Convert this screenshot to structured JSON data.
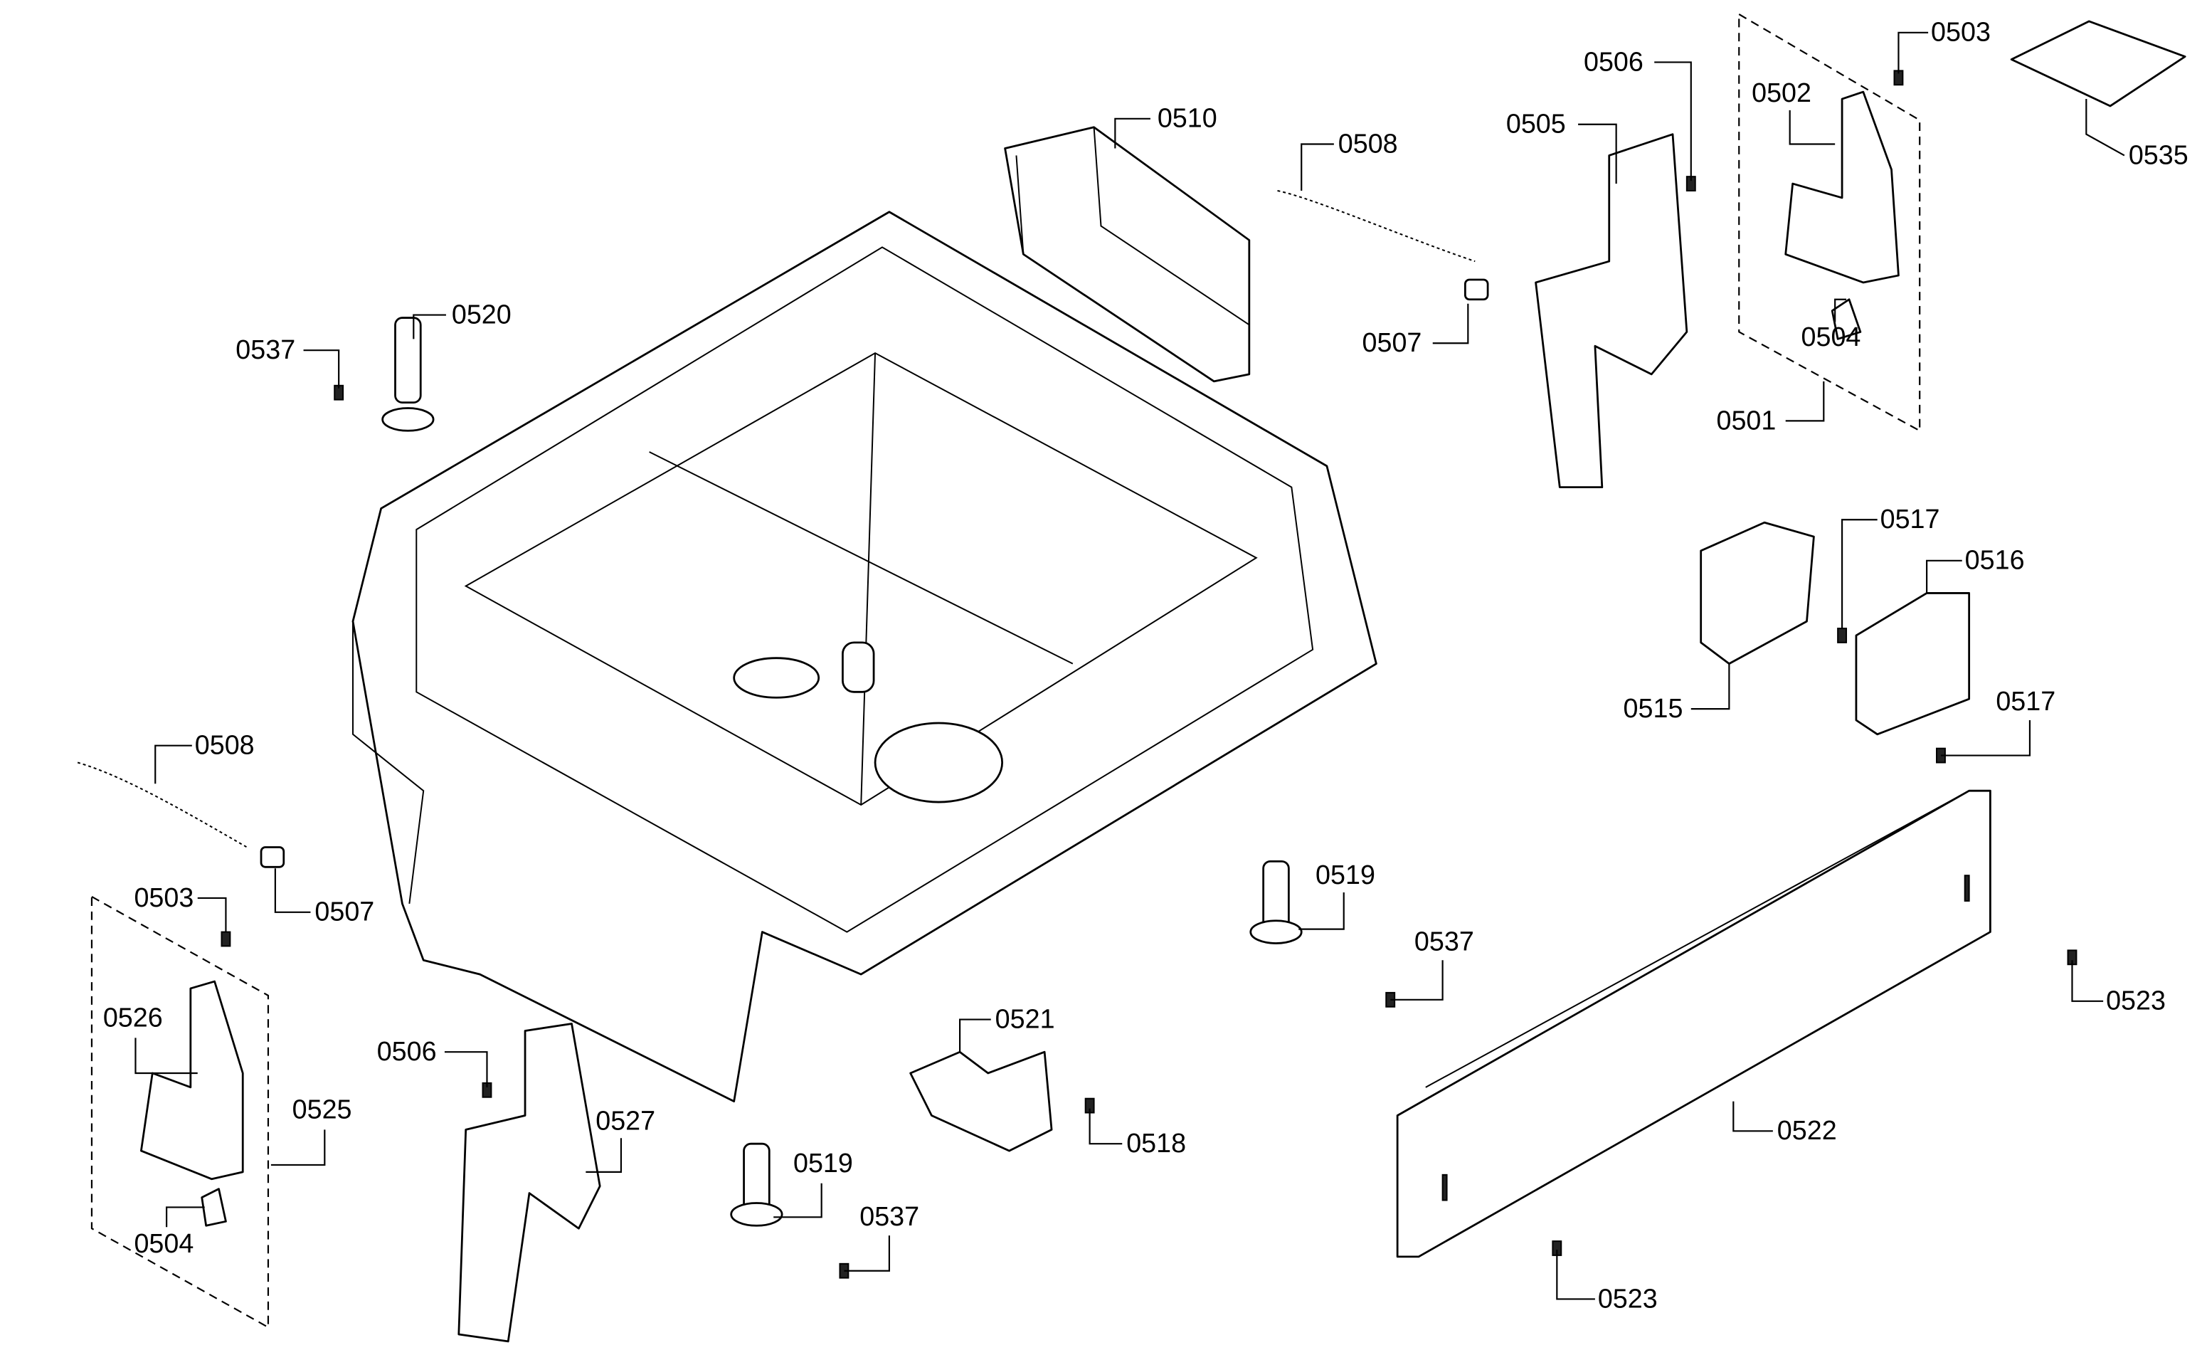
{
  "diagram": {
    "type": "exploded parts diagram",
    "callouts": [
      {
        "id": "0510"
      },
      {
        "id": "0508"
      },
      {
        "id": "0506"
      },
      {
        "id": "0503"
      },
      {
        "id": "0535"
      },
      {
        "id": "0502"
      },
      {
        "id": "0505"
      },
      {
        "id": "0520"
      },
      {
        "id": "0537"
      },
      {
        "id": "0507"
      },
      {
        "id": "0504"
      },
      {
        "id": "0501"
      },
      {
        "id": "0517"
      },
      {
        "id": "0516"
      },
      {
        "id": "0515"
      },
      {
        "id": "0517"
      },
      {
        "id": "0508"
      },
      {
        "id": "0507"
      },
      {
        "id": "0503"
      },
      {
        "id": "0519"
      },
      {
        "id": "0537"
      },
      {
        "id": "0523"
      },
      {
        "id": "0526"
      },
      {
        "id": "0521"
      },
      {
        "id": "0525"
      },
      {
        "id": "0506"
      },
      {
        "id": "0527"
      },
      {
        "id": "0518"
      },
      {
        "id": "0522"
      },
      {
        "id": "0504"
      },
      {
        "id": "0519"
      },
      {
        "id": "0537"
      },
      {
        "id": "0523"
      }
    ]
  }
}
